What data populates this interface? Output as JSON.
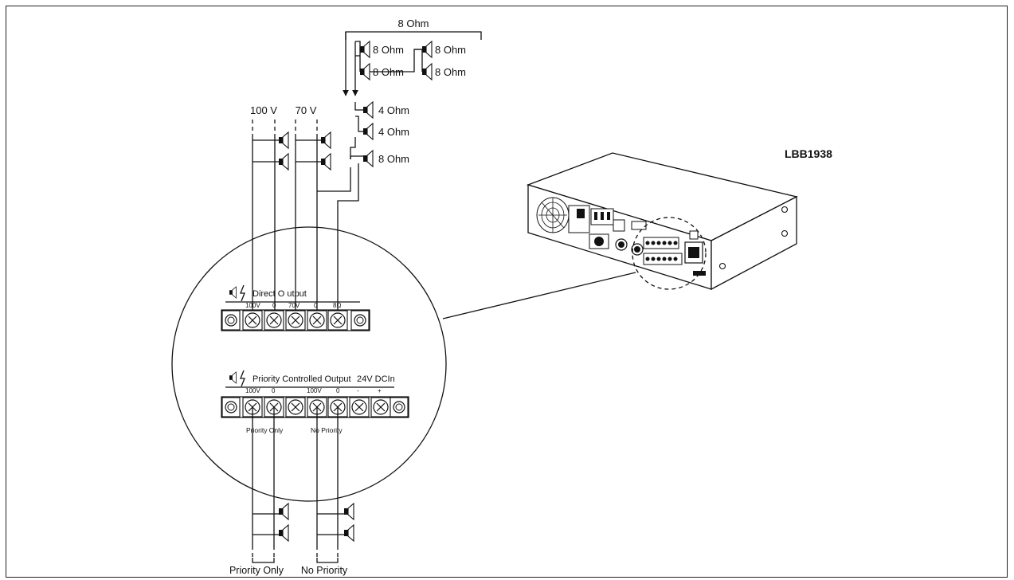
{
  "device": {
    "model": "LBB1938"
  },
  "top_network": {
    "total_label": "8 Ohm",
    "series_parallel_labels": [
      "8 Ohm",
      "8 Ohm",
      "8 Ohm",
      "8 Ohm"
    ],
    "stack_labels": [
      "4 Ohm",
      "4 Ohm",
      "8 Ohm"
    ]
  },
  "voltage_labels": {
    "v100": "100 V",
    "v70": "70 V"
  },
  "direct_output": {
    "title": "Direct O utput",
    "terminals": [
      "100V",
      "0",
      "70V",
      "0",
      "8Ω"
    ]
  },
  "priority_output": {
    "title": "Priority Controlled Output",
    "extra_title": "24V  DCIn",
    "terminals": [
      "100V",
      "0",
      "100V",
      "0",
      "-",
      "+"
    ],
    "group_labels": [
      "Priority Only",
      "No Priority"
    ]
  },
  "bottom_labels": {
    "priority_only": "Priority Only",
    "no_priority": "No Priority"
  },
  "icons": [
    "speaker-icon",
    "lightning-icon",
    "screw-terminal-icon",
    "amplifier-illustration"
  ]
}
